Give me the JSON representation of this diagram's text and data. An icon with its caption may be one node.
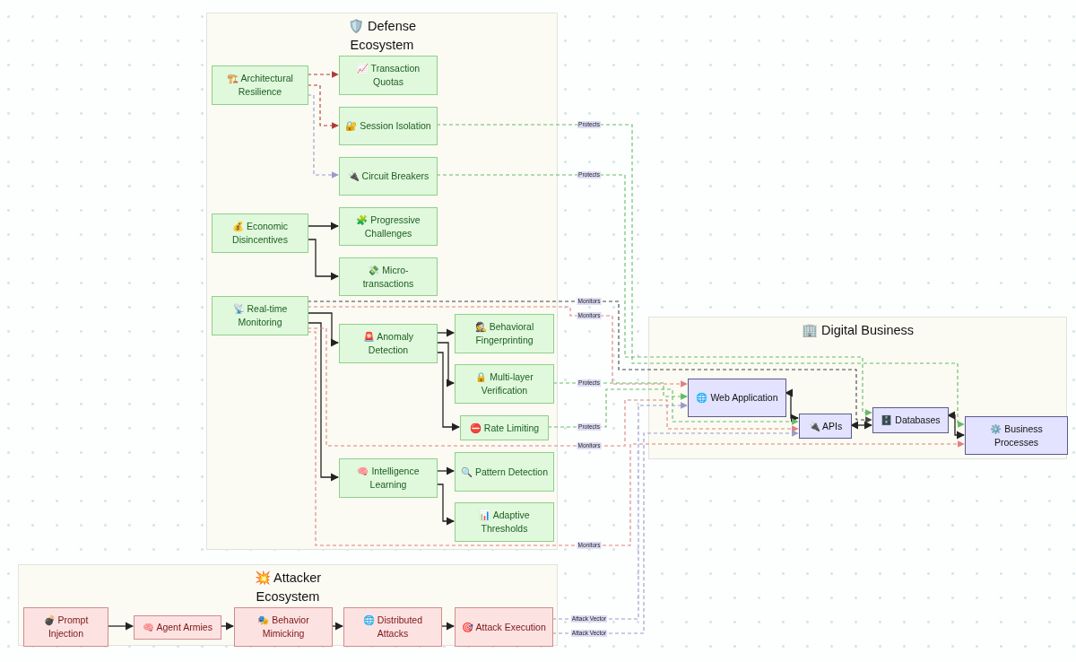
{
  "diagram": {
    "nodes": [
      {
        "text": [
          "🛡️ Defense Ecosystem"
        ]
      },
      {
        "text": [
          "🏗️ Architectural Resilience"
        ],
        "in": 0
      },
      {
        "text": [
          "📈 Transaction Quotas"
        ],
        "in": 0
      },
      {
        "text": [
          "🔐 Session Isolation"
        ],
        "in": 0
      },
      {
        "text": [
          "🔌 Circuit Breakers"
        ],
        "in": 0
      },
      {
        "text": [
          "💰 Economic Disincentives"
        ],
        "in": 0
      },
      {
        "text": [
          "🧩 Progressive Challenges"
        ],
        "in": 0
      },
      {
        "text": [
          "💸 Micro-transactions"
        ],
        "in": 0
      },
      {
        "text": [
          "📡 Real-time Monitoring"
        ],
        "in": 0
      },
      {
        "text": [
          "🚨 Anomaly Detection"
        ],
        "in": 0
      },
      {
        "text": [
          "🕵️ Behavioral Fingerprinting"
        ],
        "in": 0
      },
      {
        "text": [
          "🔒 Multi-layer Verification"
        ],
        "in": 0
      },
      {
        "text": [
          "⛔ Rate Limiting"
        ],
        "in": 0
      },
      {
        "text": [
          "🧠 Intelligence Learning"
        ],
        "in": 0
      },
      {
        "text": [
          "🔍 Pattern Detection"
        ],
        "in": 0
      },
      {
        "text": [
          "📊 Adaptive Thresholds"
        ],
        "in": 0
      },
      {
        "text": [
          "💥 Attacker Ecosystem"
        ]
      },
      {
        "text": [
          "💣 Prompt Injection"
        ],
        "in": 16
      },
      {
        "text": [
          "🧠 Agent Armies"
        ],
        "in": 16
      },
      {
        "text": [
          "🎭 Behavior Mimicking"
        ],
        "in": 16
      },
      {
        "text": [
          "🌐 Distributed Attacks"
        ],
        "in": 16
      },
      {
        "text": [
          "🎯 Attack Execution"
        ],
        "in": 16
      },
      {
        "text": [
          "🏢 Digital Business"
        ]
      },
      {
        "text": [
          "🌐 Web Application"
        ],
        "in": 22
      },
      {
        "text": [
          "🔌 APIs"
        ],
        "in": 22
      },
      {
        "text": [
          "🗄️ Databases"
        ],
        "in": 22
      },
      {
        "text": [
          "⚙️ Business Processes"
        ],
        "in": 22
      }
    ],
    "edges": [
      {
        "from": 1,
        "to": 2,
        "arrow": "to",
        "style": "dashed",
        "color": "#b03a3a"
      },
      {
        "from": 1,
        "to": 3,
        "arrow": "to",
        "style": "dashed",
        "color": "#b03a3a"
      },
      {
        "from": 1,
        "to": 4,
        "arrow": "to",
        "style": "dashed",
        "color": "#9999cc"
      },
      {
        "from": 5,
        "to": 6,
        "arrow": "to"
      },
      {
        "from": 5,
        "to": 7,
        "arrow": "to"
      },
      {
        "from": 8,
        "to": 9,
        "arrow": "to"
      },
      {
        "from": 8,
        "to": 13,
        "arrow": "to"
      },
      {
        "from": 9,
        "to": 10,
        "arrow": "to"
      },
      {
        "from": 9,
        "to": 11,
        "arrow": "to"
      },
      {
        "from": 9,
        "to": 12,
        "arrow": "to"
      },
      {
        "from": 13,
        "to": 14,
        "arrow": "to"
      },
      {
        "from": 13,
        "to": 15,
        "arrow": "to"
      },
      {
        "from": 17,
        "to": 18,
        "arrow": "to"
      },
      {
        "from": 18,
        "to": 19,
        "arrow": "to"
      },
      {
        "from": 19,
        "to": 20,
        "arrow": "to"
      },
      {
        "from": 20,
        "to": 21,
        "arrow": "to"
      },
      {
        "from": 23,
        "to": 24,
        "arrow": "both"
      },
      {
        "from": 24,
        "to": 25,
        "arrow": "both"
      },
      {
        "from": 25,
        "to": 26,
        "arrow": "both"
      },
      {
        "from": 3,
        "to": 26,
        "arrow": "to",
        "label": "Protects",
        "style": "dashed",
        "color": "#66bb66"
      },
      {
        "from": 4,
        "to": 25,
        "arrow": "to",
        "label": "Protects",
        "style": "dashed",
        "color": "#66bb66"
      },
      {
        "from": 8,
        "to": 25,
        "arrow": "to",
        "label": "Monitors",
        "style": "dashed",
        "color": "#444444"
      },
      {
        "from": 8,
        "to": 23,
        "arrow": "to",
        "label": "Monitors",
        "style": "dashed",
        "color": "#e08080"
      },
      {
        "from": 11,
        "to": 23,
        "arrow": "to",
        "label": "Protects",
        "style": "dashed",
        "color": "#66bb66"
      },
      {
        "from": 12,
        "to": 24,
        "arrow": "to",
        "label": "Protects",
        "style": "dashed",
        "color": "#66bb66"
      },
      {
        "from": 8,
        "to": 24,
        "arrow": "to",
        "label": "Monitors",
        "style": "dashed",
        "color": "#e08080"
      },
      {
        "from": 8,
        "to": 26,
        "arrow": "to",
        "label": "Monitors",
        "style": "dashed",
        "color": "#e08080"
      },
      {
        "from": 21,
        "to": 23,
        "arrow": "to",
        "label": "Attack Vector",
        "style": "dashed",
        "color": "#9999cc"
      },
      {
        "from": 21,
        "to": 24,
        "arrow": "to",
        "label": "Attack Vector",
        "style": "dashed",
        "color": "#9999cc"
      }
    ]
  }
}
